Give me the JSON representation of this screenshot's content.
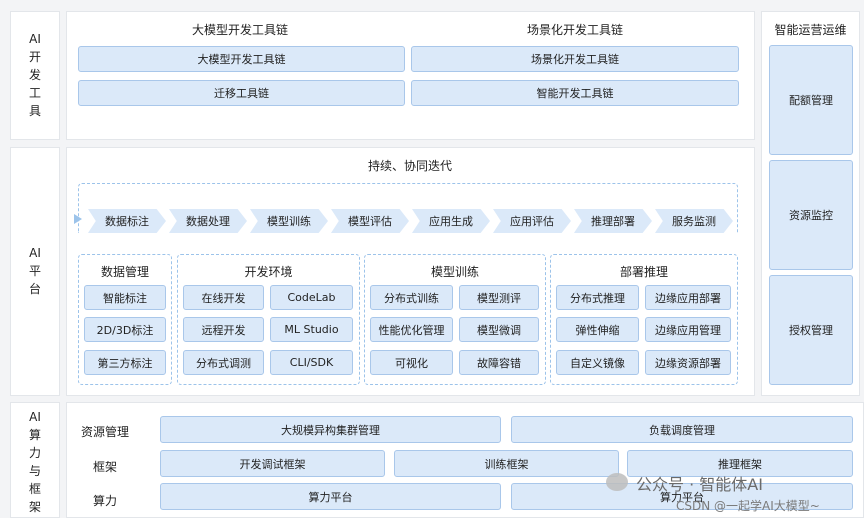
{
  "rows": {
    "ai_tools_label": "AI\n开\n发\n工\n具",
    "ai_platform_label": "AI\n平\n台",
    "ai_compute_label": "AI\n算\n力\n与\n框\n架"
  },
  "tools": {
    "left_header": "大模型开发工具链",
    "right_header": "场景化开发工具链",
    "left_items": [
      "大模型开发工具链",
      "迁移工具链"
    ],
    "right_items": [
      "场景化开发工具链",
      "智能开发工具链"
    ]
  },
  "ops": {
    "title": "智能运营运维",
    "items": [
      "配额管理",
      "资源监控",
      "授权管理"
    ]
  },
  "platform": {
    "title": "持续、协同迭代",
    "flow": [
      "数据标注",
      "数据处理",
      "模型训练",
      "模型评估",
      "应用生成",
      "应用评估",
      "推理部署",
      "服务监测"
    ],
    "groups": [
      {
        "title": "数据管理",
        "items": [
          "智能标注",
          "2D/3D标注",
          "第三方标注"
        ]
      },
      {
        "title": "开发环境",
        "items": [
          "在线开发",
          "CodeLab",
          "远程开发",
          "ML Studio",
          "分布式调测",
          "CLI/SDK"
        ]
      },
      {
        "title": "模型训练",
        "items": [
          "分布式训练",
          "模型测评",
          "性能优化管理",
          "模型微调",
          "可视化",
          "故障容错"
        ]
      },
      {
        "title": "部署推理",
        "items": [
          "分布式推理",
          "边缘应用部署",
          "弹性伸缩",
          "边缘应用管理",
          "自定义镜像",
          "边缘资源部署"
        ]
      }
    ]
  },
  "compute": {
    "resource_label": "资源管理",
    "resource_items": [
      "大规模异构集群管理",
      "负载调度管理"
    ],
    "framework_label": "框架",
    "framework_items": [
      "开发调试框架",
      "训练框架",
      "推理框架"
    ],
    "power_label": "算力",
    "power_items": [
      "算力平台",
      "算力平台"
    ]
  },
  "watermark": {
    "line1": "公众号 · 智能体AI",
    "line2": "CSDN @一起学AI大模型~"
  }
}
